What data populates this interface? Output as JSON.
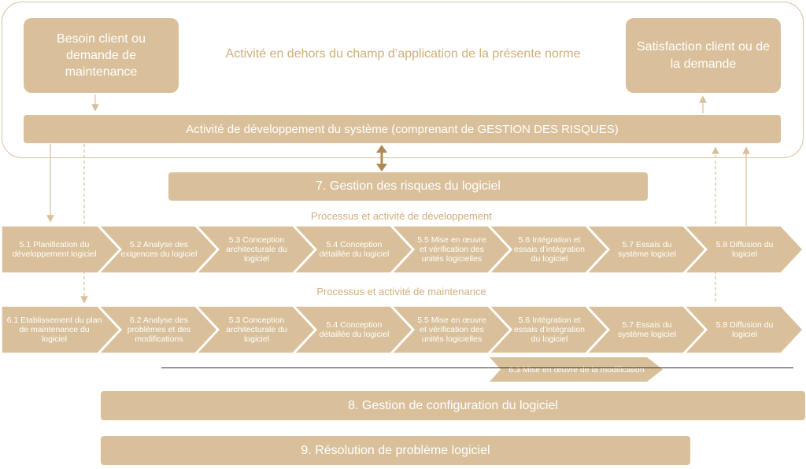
{
  "header": {
    "client_need": "Besoin client ou demande de maintenance",
    "outside_scope": "Activité en dehors du champ d’application de la présente norme",
    "client_satisfaction": "Satisfaction client ou de la demande",
    "system_dev": "Activité de développement du système (comprenant de GESTION DES RISQUES)"
  },
  "risk_management": "7. Gestion des risques du logiciel",
  "development": {
    "label": "Processus et activité de développement",
    "steps": [
      "5.1 Planification du développement logiciel",
      "5.2 Analyse des exigences du logiciel",
      "5.3 Conception architecturale du logiciel",
      "5.4 Conception détaillée du logiciel",
      "5.5 Mise en œuvre et vérification des unités logicielles",
      "5.6 Intégration et essais d’intégration du logiciel",
      "5.7 Essais du système logiciel",
      "5.8 Diffusion du logiciel"
    ]
  },
  "maintenance": {
    "label": "Processus et activité de maintenance",
    "steps": [
      "6.1 Etablissement du plan de maintenance du logiciel",
      "6.2 Analyse des problèmes et des modifications",
      "5.3 Conception architecturale du logiciel",
      "5.4 Conception détaillée du logiciel",
      "5.5 Mise en œuvre et vérification des unités logicielles",
      "5.6 Intégration et essais d’intégration du logiciel",
      "5.7 Essais du système logiciel",
      "5.8 Diffusion du logiciel"
    ],
    "modification": "6.3 Mise en œuvre de la modification"
  },
  "configuration_management": "8. Gestion de configuration du logiciel",
  "problem_resolution": "9. Résolution de problème logiciel",
  "colors": {
    "fill": "#d9c09a",
    "text_accent": "#cfae7c"
  }
}
